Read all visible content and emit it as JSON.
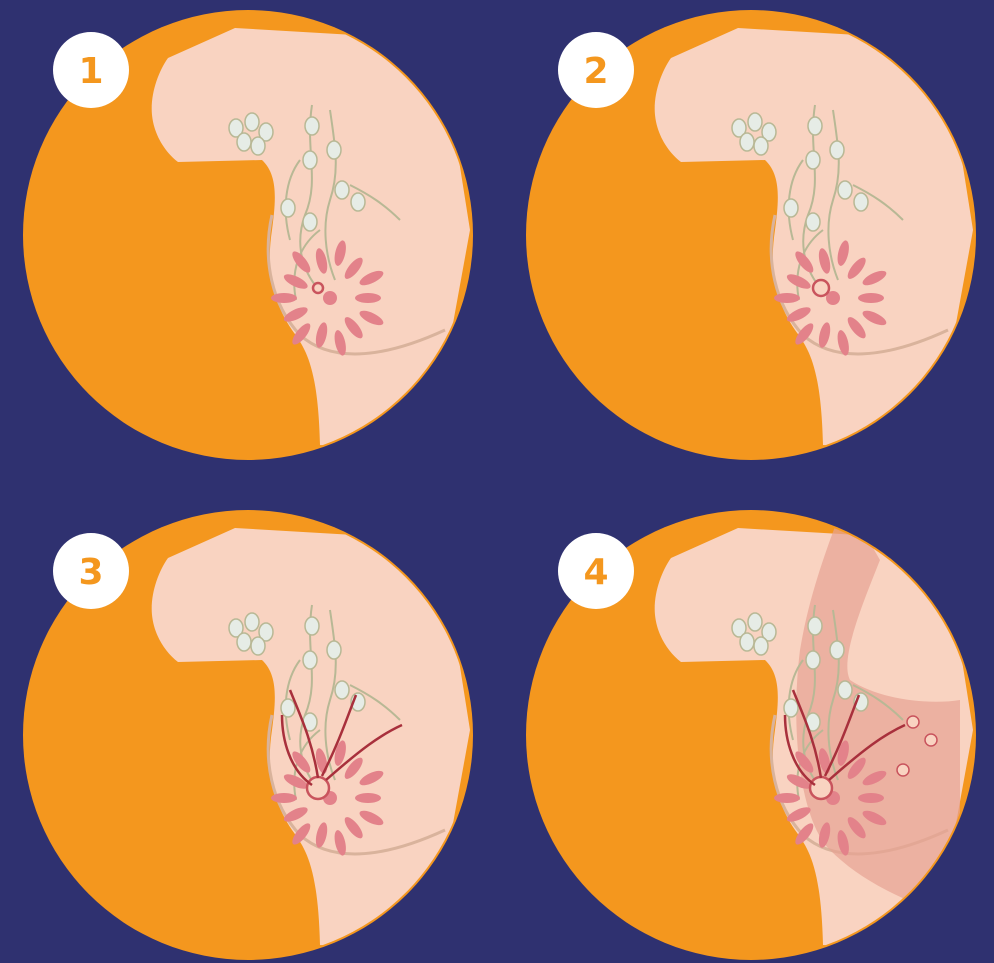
{
  "colors": {
    "background": "#2f3170",
    "circle_orange": "#f4971e",
    "skin": "#f9d3c1",
    "skin_edge": "#d9b39c",
    "badge_fill": "#ffffff",
    "badge_text": "#f4971e",
    "lobule_pink": "#e3828a",
    "duct_olive": "#b8b895",
    "lymph_node": "#e6ece6",
    "tumor_red": "#c9545d",
    "vessel_red": "#a8303c",
    "overlay_pink": "#e7a293"
  },
  "panels": [
    {
      "id": "stage-1",
      "badge": "1",
      "tumor_size": "small",
      "vessels": false,
      "overlay": false,
      "metastases": 0
    },
    {
      "id": "stage-2",
      "badge": "2",
      "tumor_size": "medium",
      "vessels": false,
      "overlay": false,
      "metastases": 0
    },
    {
      "id": "stage-3",
      "badge": "3",
      "tumor_size": "large",
      "vessels": true,
      "overlay": false,
      "metastases": 0
    },
    {
      "id": "stage-4",
      "badge": "4",
      "tumor_size": "large",
      "vessels": true,
      "overlay": true,
      "metastases": 3
    }
  ]
}
